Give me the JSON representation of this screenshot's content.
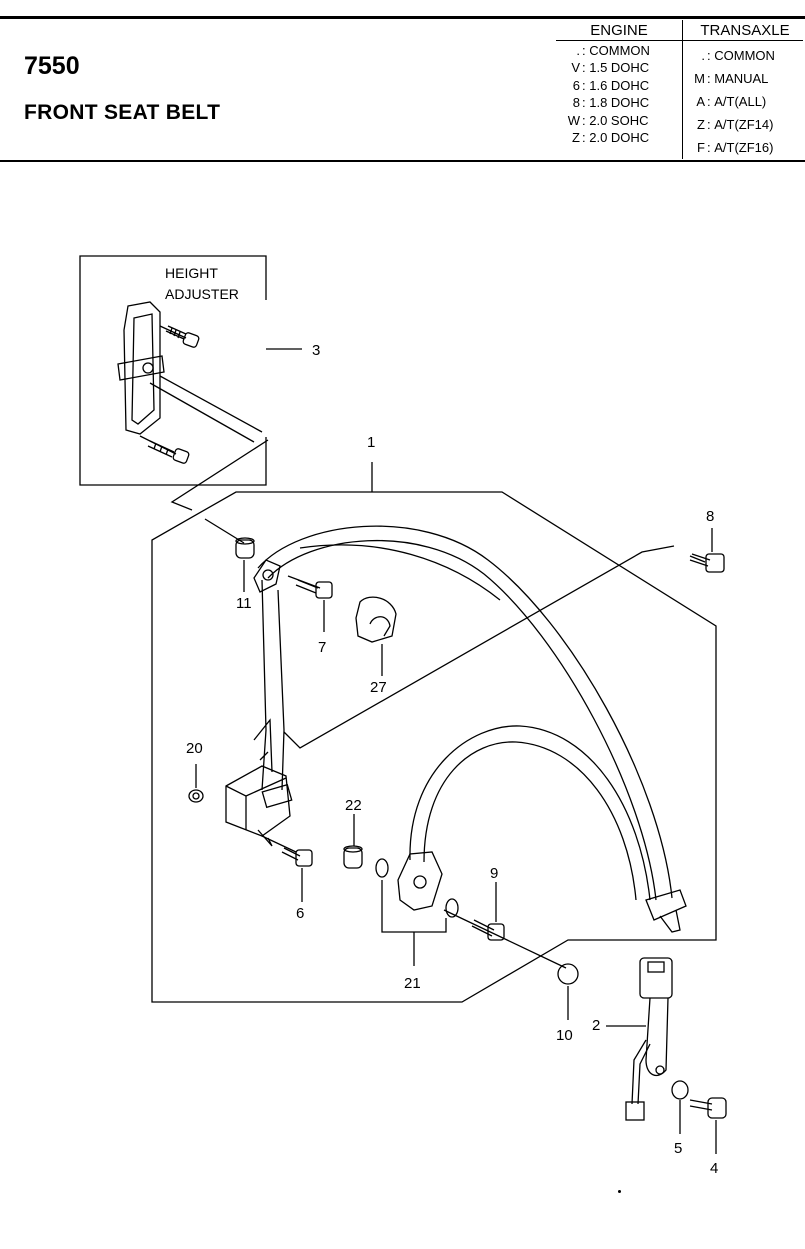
{
  "header": {
    "code": "7550",
    "title": "FRONT SEAT BELT"
  },
  "legend": {
    "engine": {
      "heading": "ENGINE",
      "rows": [
        {
          "key": ".",
          "value": "COMMON"
        },
        {
          "key": "V",
          "value": "1.5 DOHC"
        },
        {
          "key": "6",
          "value": "1.6 DOHC"
        },
        {
          "key": "8",
          "value": "1.8 DOHC"
        },
        {
          "key": "W",
          "value": "2.0 SOHC"
        },
        {
          "key": "Z",
          "value": "2.0 DOHC"
        }
      ]
    },
    "transaxle": {
      "heading": "TRANSAXLE",
      "rows": [
        {
          "key": ".",
          "value": "COMMON"
        },
        {
          "key": "M",
          "value": "MANUAL"
        },
        {
          "key": "A",
          "value": "A/T(ALL)"
        },
        {
          "key": "Z",
          "value": "A/T(ZF14)"
        },
        {
          "key": "F",
          "value": "A/T(ZF16)"
        }
      ]
    }
  },
  "diagram": {
    "inset_label_line1": "HEIGHT",
    "inset_label_line2": "ADJUSTER",
    "callouts": {
      "p1": "1",
      "p2": "2",
      "p3": "3",
      "p4": "4",
      "p5": "5",
      "p6": "6",
      "p7": "7",
      "p8": "8",
      "p9": "9",
      "p10": "10",
      "p11": "11",
      "p20": "20",
      "p21": "21",
      "p22": "22",
      "p27": "27"
    }
  }
}
